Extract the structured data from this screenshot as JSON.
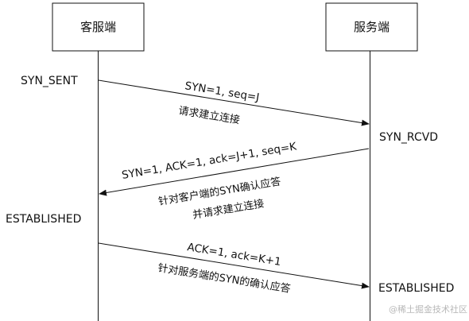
{
  "participants": {
    "client": "客服端",
    "server": "服务端"
  },
  "states": {
    "client_syn_sent": "SYN_SENT",
    "server_syn_rcvd": "SYN_RCVD",
    "client_established": "ESTABLISHED",
    "server_established": "ESTABLISHED"
  },
  "messages": {
    "m1_segment": "SYN=1, seq=J",
    "m1_note": "请求建立连接",
    "m2_segment": "SYN=1, ACK=1, ack=J+1, seq=K",
    "m2_note_line1": "针对客户端的SYN确认应答",
    "m2_note_line2": "并请求建立连接",
    "m3_segment": "ACK=1, ack=K+1",
    "m3_note": "针对服务端的SYN的确认应答"
  },
  "watermark": "@稀土掘金技术社区",
  "colors": {
    "line": "#111111",
    "text": "#111111",
    "watermark": "#b8b8b8"
  }
}
